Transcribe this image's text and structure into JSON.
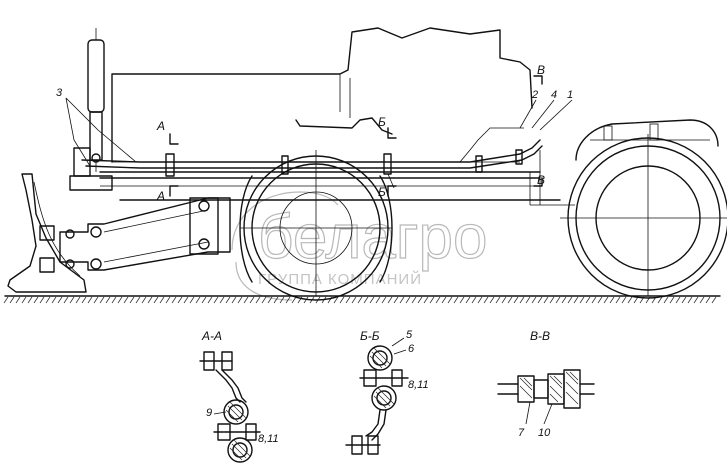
{
  "watermark": {
    "brand": "белагро",
    "subtitle": "ГРУППА КОМПАНИЙ"
  },
  "callouts": {
    "c1": "1",
    "c2": "2",
    "c3": "3",
    "c4": "4",
    "c5": "5",
    "c6": "6",
    "c7": "7",
    "c8_11a": "8,11",
    "c8_11b": "8,11",
    "c9": "9",
    "c10": "10"
  },
  "section_marks": {
    "a_top": "А",
    "a_bottom": "А",
    "b_top": "Б",
    "b_bottom": "Б",
    "v_top": "В",
    "v_bottom": "В"
  },
  "section_titles": {
    "aa": "А-А",
    "bb": "Б-Б",
    "vv": "В-В"
  }
}
